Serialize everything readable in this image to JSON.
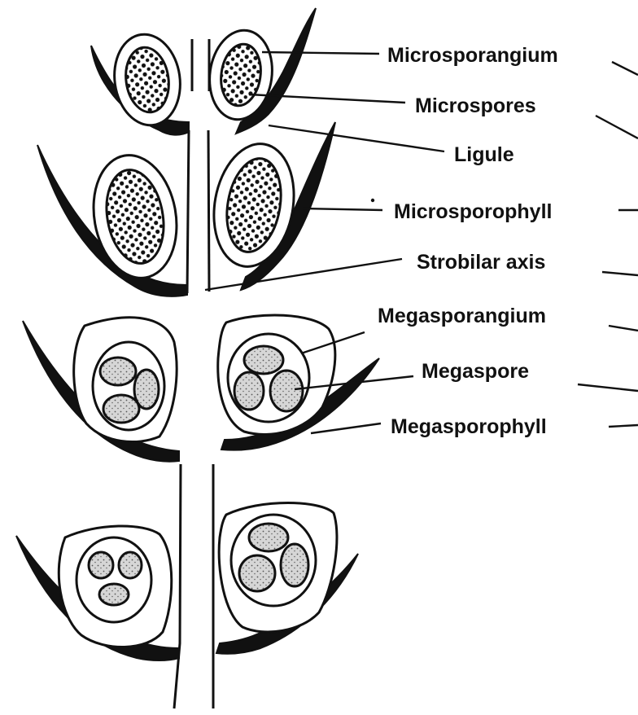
{
  "labels": {
    "microsporangium": "Microsporangium",
    "microspores": "Microspores",
    "ligule": "Ligule",
    "microsporophyll": "Microsporophyll",
    "strobilar_axis": "Strobilar axis",
    "megasporangium": "Megasporangium",
    "megaspore": "Megaspore",
    "megasporophyll": "Megasporophyll"
  },
  "colors": {
    "ink": "#111111",
    "spore_fill": "#d4d4d4",
    "background": "#ffffff"
  }
}
